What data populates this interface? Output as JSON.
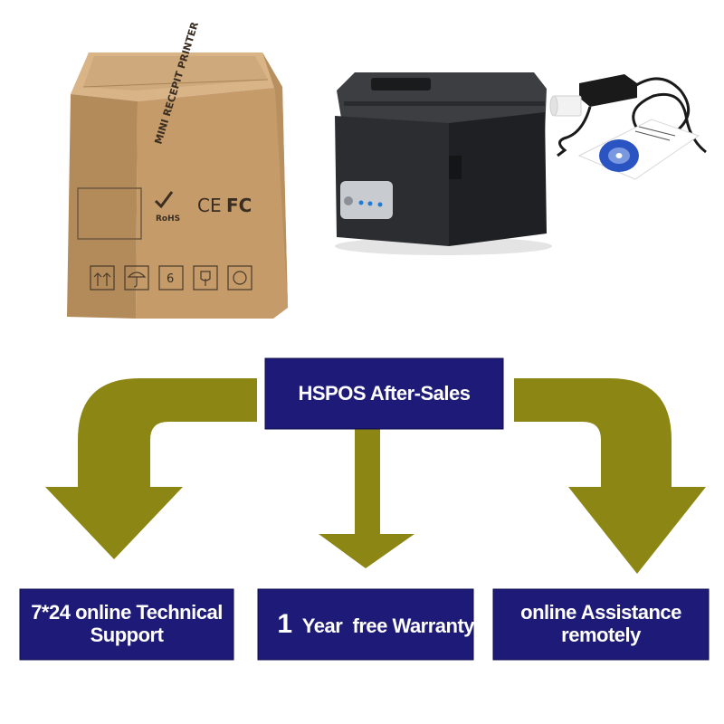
{
  "colors": {
    "arrow": "#8c8614",
    "box_fill": "#1e1a78",
    "box_border": "#0e0b4c",
    "box_text": "#ffffff",
    "carton": "#c39a6b",
    "printer": "#222427"
  },
  "product_images": {
    "carton": {
      "side_text": "MINI RECEPIT PRINTER",
      "marks": [
        "RoHS",
        "CE",
        "FC"
      ],
      "handling_symbols": [
        "this-way-up-icon",
        "keep-dry-icon",
        "stack-limit-icon",
        "fragile-icon",
        "recycle-icon"
      ],
      "stack_number": "6"
    },
    "printer": {},
    "accessories": {}
  },
  "flowchart": {
    "title": "HSPOS After-Sales",
    "items": [
      {
        "label_line1": "7*24 online Technical",
        "label_line2": "Support"
      },
      {
        "label_big": "1",
        "label_rest": " Year  free Warranty"
      },
      {
        "label_line1": "online Assistance",
        "label_line2": "remotely"
      }
    ]
  }
}
